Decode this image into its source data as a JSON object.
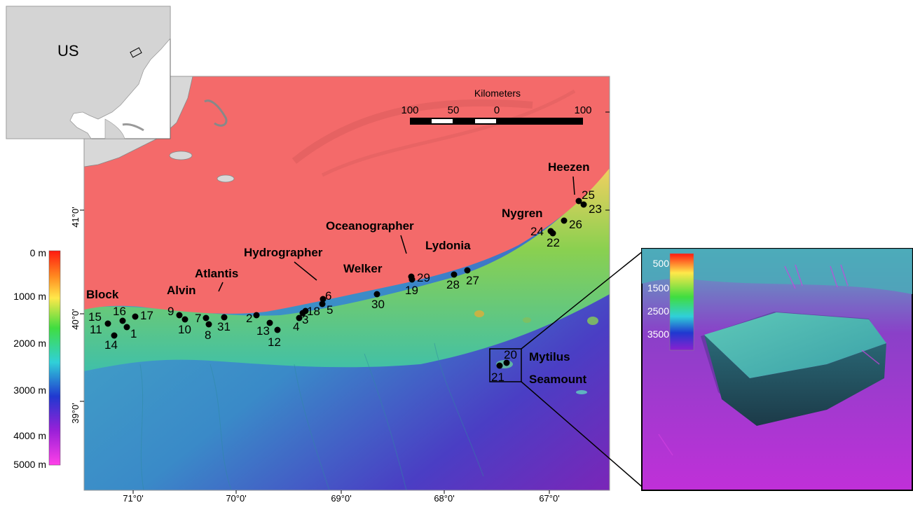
{
  "inset_country": "US",
  "main_map": {
    "canyons": [
      {
        "name": "Block"
      },
      {
        "name": "Alvin"
      },
      {
        "name": "Atlantis"
      },
      {
        "name": "Hydrographer"
      },
      {
        "name": "Welker"
      },
      {
        "name": "Oceanographer"
      },
      {
        "name": "Lydonia"
      },
      {
        "name": "Nygren"
      },
      {
        "name": "Heezen"
      }
    ],
    "seamount_label": [
      "Mytilus",
      "Seamount"
    ],
    "site_numbers": [
      "1",
      "2",
      "3",
      "4",
      "5",
      "6",
      "7",
      "8",
      "9",
      "10",
      "11",
      "12",
      "13",
      "14",
      "15",
      "16",
      "17",
      "18",
      "19",
      "20",
      "21",
      "22",
      "23",
      "24",
      "25",
      "26",
      "27",
      "28",
      "29",
      "30",
      "31"
    ],
    "lat_ticks": [
      "41°0'",
      "40°0'",
      "39°0'"
    ],
    "lon_ticks": [
      "71°0'",
      "70°0'",
      "69°0'",
      "68°0'",
      "67°0'"
    ],
    "scale_bar": {
      "title": "Kilometers",
      "labels": [
        "100",
        "50",
        "0",
        "100"
      ]
    }
  },
  "depth_legend": {
    "labels": [
      "0 m",
      "1000 m",
      "2000 m",
      "3000 m",
      "4000 m",
      "5000 m"
    ],
    "colors": [
      "#ff2a1a",
      "#ffe64d",
      "#36d94a",
      "#2ec8d6",
      "#2a30c8",
      "#a020d0",
      "#ff40e0"
    ]
  },
  "inset_3d": {
    "legend_labels": [
      "500",
      "1500",
      "2500",
      "3500"
    ]
  },
  "colors": {
    "shelf": "#f46a6a",
    "land": "#d8d8d8",
    "slope_yellow": "#f0c85a",
    "slope_green": "#6cc87a",
    "deep_teal": "#4ab2c0",
    "abyssal_blue": "#3a4ec8",
    "abyssal_purple": "#7a2ab8"
  }
}
